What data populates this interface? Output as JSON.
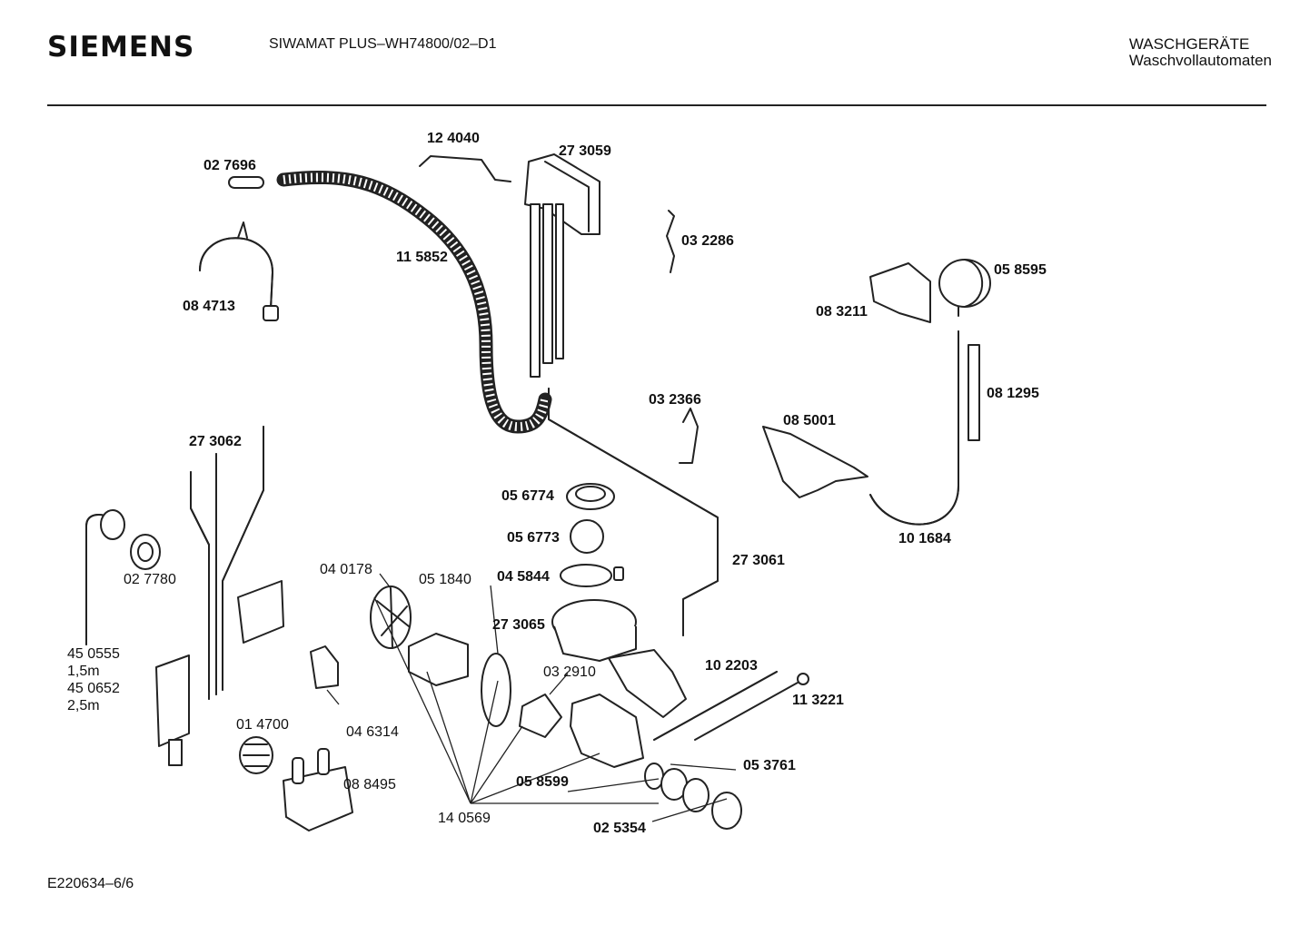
{
  "header": {
    "brand": "SIEMENS",
    "model": "SIWAMAT PLUS–WH74800/02–D1",
    "category_line1": "WASCHGERÄTE",
    "category_line2": "Waschvollautomaten"
  },
  "footer": {
    "doc_id": "E220634–6/6"
  },
  "parts": {
    "p_124040": "12 4040",
    "p_273059": "27 3059",
    "p_027696": "02 7696",
    "p_115852": "11 5852",
    "p_032286": "03 2286",
    "p_084713": "08 4713",
    "p_058595": "05 8595",
    "p_083211": "08 3211",
    "p_081295": "08 1295",
    "p_032366": "03 2366",
    "p_085001": "08 5001",
    "p_273062": "27 3062",
    "p_056774": "05 6774",
    "p_056773": "05 6773",
    "p_045844": "04 5844",
    "p_101684": "10 1684",
    "p_273061": "27 3061",
    "p_027780": "02 7780",
    "p_040178": "04 0178",
    "p_051840": "05 1840",
    "p_273065": "27 3065",
    "p_450555": "45 0555",
    "p_len1": "1,5m",
    "p_450652": "45 0652",
    "p_len2": "2,5m",
    "p_032910": "03 2910",
    "p_102203": "10 2203",
    "p_113221": "11 3221",
    "p_014700": "01 4700",
    "p_046314": "04 6314",
    "p_053761": "05 3761",
    "p_088495": "08 8495",
    "p_058599": "05 8599",
    "p_140569": "14 0569",
    "p_025354": "02 5354"
  }
}
